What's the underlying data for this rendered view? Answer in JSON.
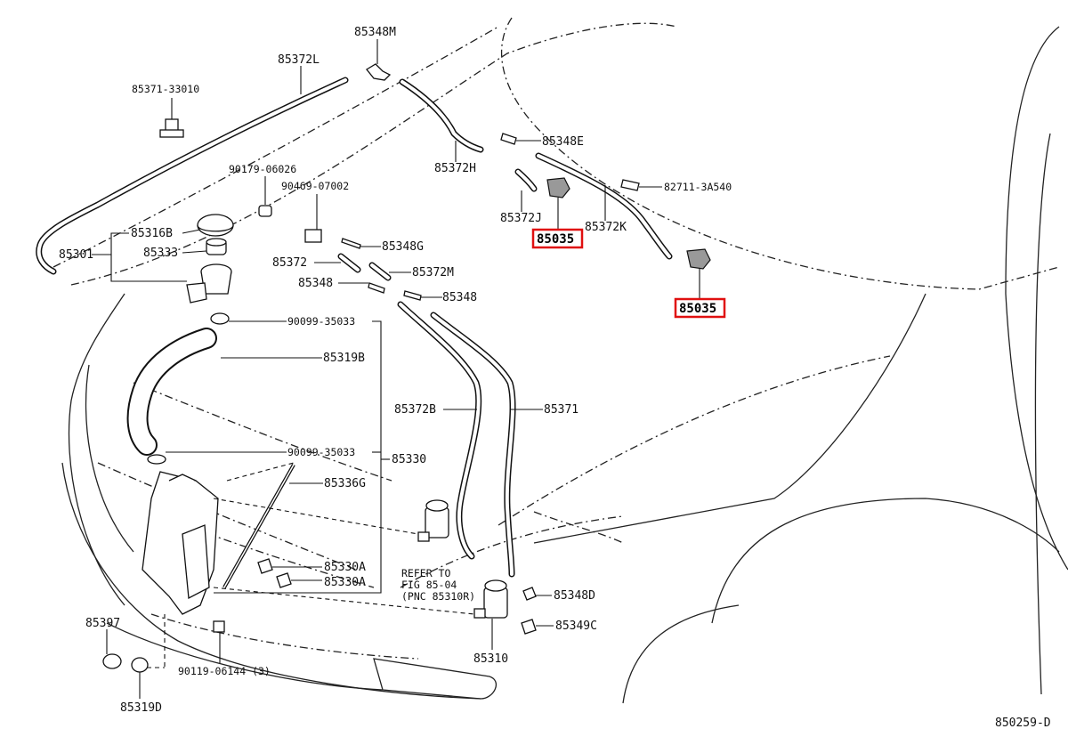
{
  "labels": {
    "p85348M": "85348M",
    "p85372L": "85372L",
    "p85371_33010": "85371-33010",
    "p90179_06026": "90179-06026",
    "p90469_07002": "90469-07002",
    "p85316B": "85316B",
    "p85333": "85333",
    "p85301": "85301",
    "p85348G": "85348G",
    "p85372": "85372",
    "p85372M": "85372M",
    "p85348_left": "85348",
    "p85348_right": "85348",
    "p90099_35033_top": "90099-35033",
    "p85319B": "85319B",
    "p85372H": "85372H",
    "p85348E": "85348E",
    "p82711_3A540": "82711-3A540",
    "p85372J": "85372J",
    "p85372K": "85372K",
    "p85035_a": "85035",
    "p85035_b": "85035",
    "p85372B": "85372B",
    "p85371": "85371",
    "p90099_35033_bot": "90099-35033",
    "p85330": "85330",
    "p85336G": "85336G",
    "p85330A_1": "85330A",
    "p85330A_2": "85330A",
    "refer_line1": "REFER TO",
    "refer_line2": "FIG 85-04",
    "refer_line3": "(PNC 85310R)",
    "p85348D": "85348D",
    "p85349C": "85349C",
    "p85310": "85310",
    "p85397": "85397",
    "p90119_06144": "90119-06144 (3)",
    "p85319D": "85319D",
    "diagram_id": "850259-D"
  },
  "highlight_color": "#e01010"
}
